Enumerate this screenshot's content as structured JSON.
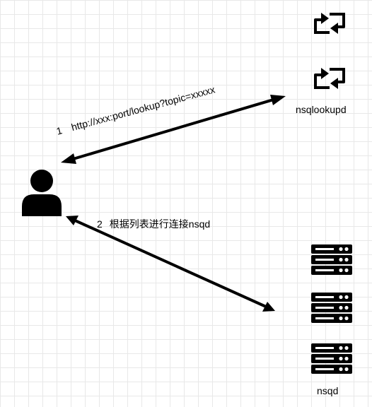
{
  "nodes": {
    "lookupd_label": "nsqlookupd",
    "nsqd_label": "nsqd"
  },
  "steps": [
    {
      "number": "1",
      "text": "http://xxx:port/lookup?topic=xxxxx"
    },
    {
      "number": "2",
      "text": "根据列表进行连接nsqd"
    }
  ],
  "icons": {
    "client": "user-icon",
    "lookupd": "retweet-icon",
    "nsqd": "server-icon"
  },
  "colors": {
    "stroke": "#000000",
    "grid": "#e8e8e8",
    "background": "#ffffff"
  }
}
